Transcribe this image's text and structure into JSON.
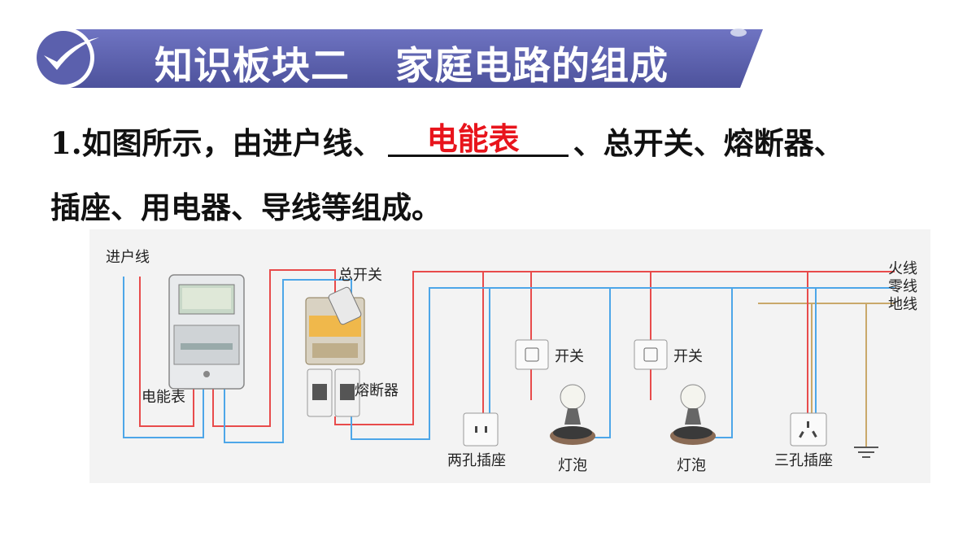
{
  "header": {
    "part1": "知识板块二",
    "part2": "家庭电路的组成"
  },
  "question": {
    "line1_before": "1.如图所示，由进户线、",
    "answer": "电能表",
    "line1_after": "、总开关、熔断器、",
    "line2": "插座、用电器、导线等组成。"
  },
  "diagram": {
    "labels": {
      "incoming": "进户线",
      "meter": "电能表",
      "main_switch": "总开关",
      "fuse": "熔断器",
      "switch1": "开关",
      "switch2": "开关",
      "live": "火线",
      "neutral": "零线",
      "ground": "地线",
      "two_pin": "两孔插座",
      "bulb1": "灯泡",
      "bulb2": "灯泡",
      "three_pin": "三孔插座"
    },
    "colors": {
      "live": "#e84b4b",
      "neutral": "#4da6e8",
      "ground": "#c9a86a",
      "banner": "#5b60ad",
      "answer": "#e8141c"
    }
  }
}
